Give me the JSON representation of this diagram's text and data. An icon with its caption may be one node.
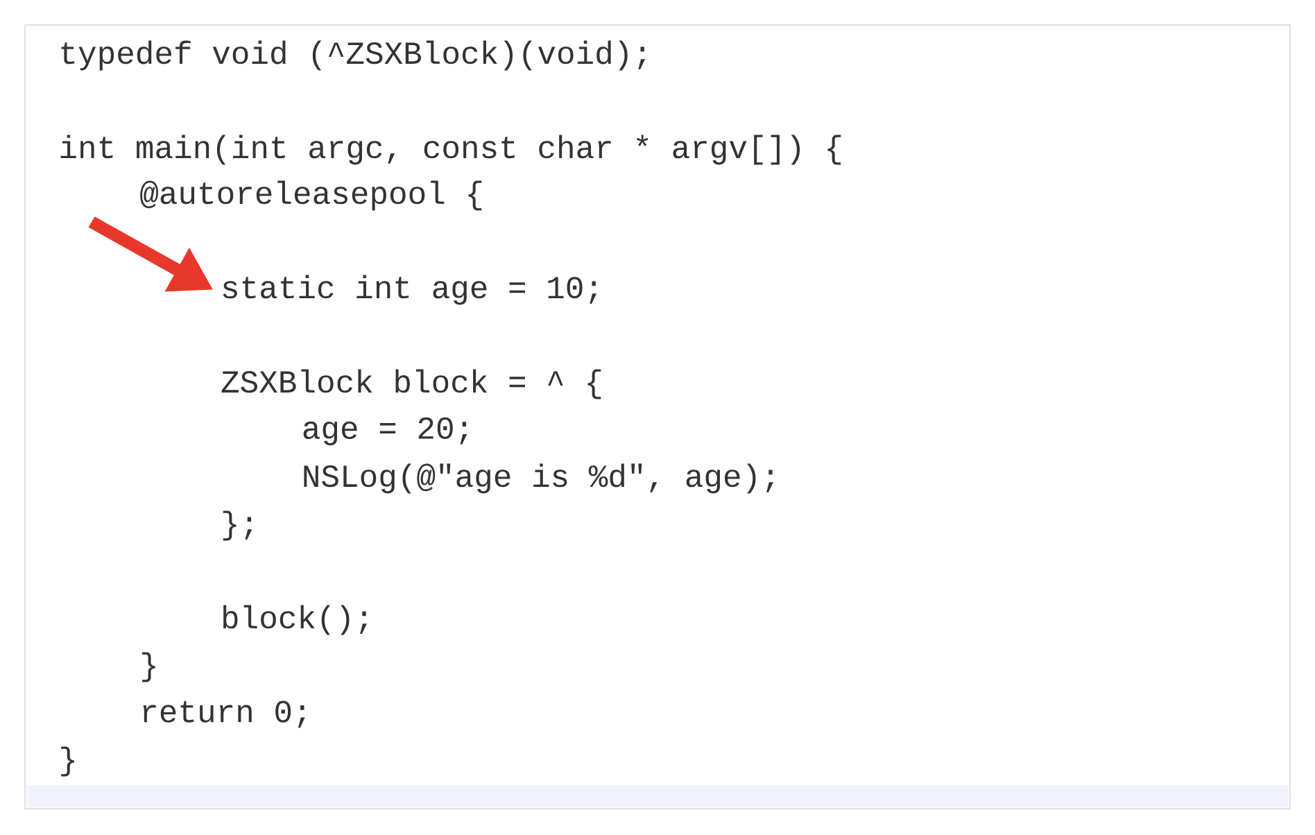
{
  "diagram": {
    "nodes": [
      {
        "text": [
          "typedef void (^ZSXBlock)(void);"
        ]
      },
      {
        "text": [
          "int main(int argc, const char * argv[]) {"
        ]
      },
      {
        "text": [
          "@autoreleasepool {"
        ]
      },
      {
        "text": [
          "static int age = 10;"
        ]
      },
      {
        "text": [
          "ZSXBlock block = ^ {"
        ]
      },
      {
        "text": [
          "age = 20;"
        ]
      },
      {
        "text": [
          "NSLog(@\"age is %d\", age);"
        ]
      },
      {
        "text": [
          "};"
        ]
      },
      {
        "text": [
          "block();"
        ]
      },
      {
        "text": [
          "}"
        ]
      },
      {
        "text": [
          "return 0;"
        ]
      },
      {
        "text": [
          "}"
        ]
      }
    ],
    "edges": [
      {
        "from": null,
        "to": 3,
        "arrow": "to",
        "color": "#e8382b"
      }
    ]
  }
}
